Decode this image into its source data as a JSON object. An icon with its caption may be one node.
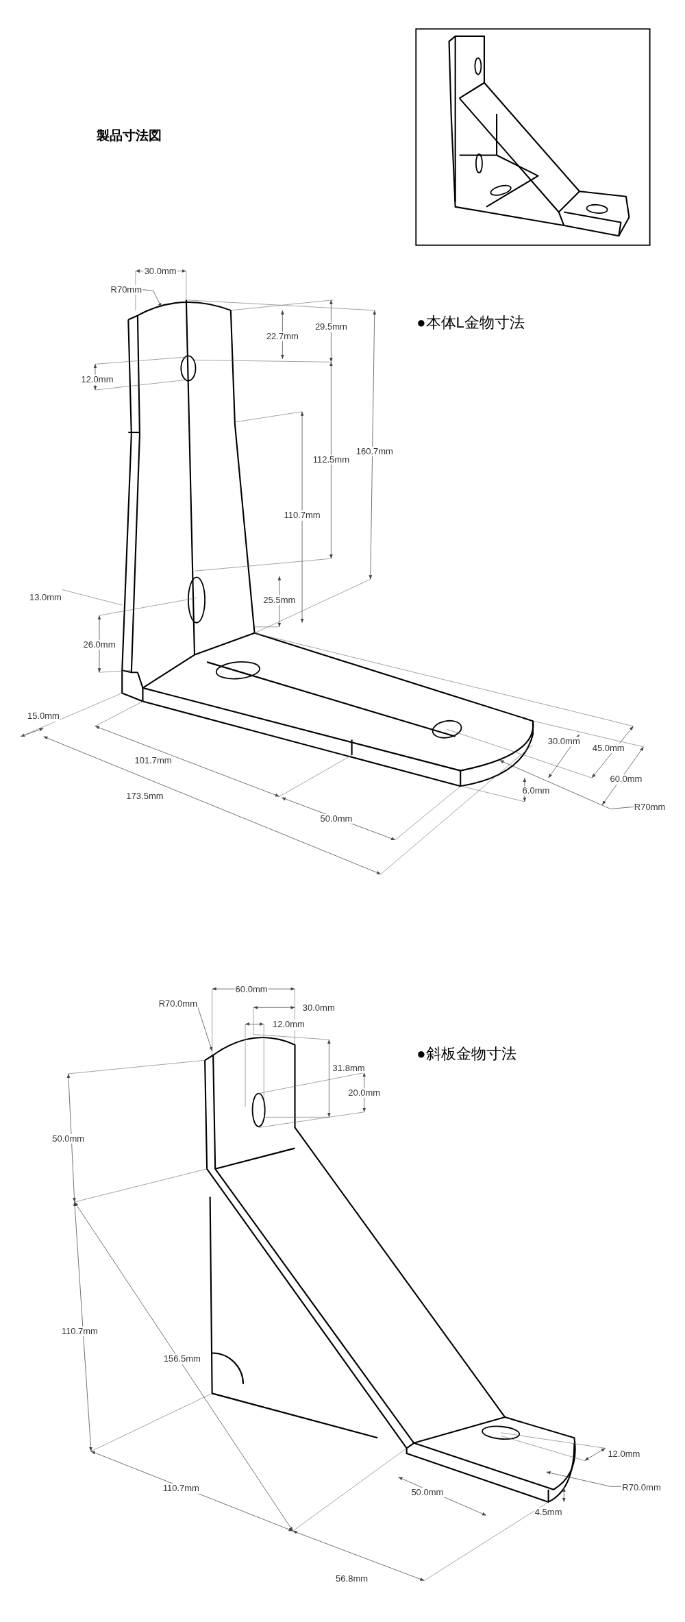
{
  "diagram": {
    "title": "製品寸法図",
    "nodes": [
      {
        "text": [
          "R70mm"
        ]
      },
      {
        "text": [
          "R70mm"
        ]
      },
      {
        "text": [
          "R70.0mm"
        ]
      },
      {
        "text": [
          "R70.0mm"
        ]
      }
    ],
    "edges": [
      {
        "from": 0,
        "to": null,
        "arrow": "to"
      },
      {
        "from": 1,
        "to": null,
        "arrow": "to"
      },
      {
        "from": 2,
        "to": null,
        "arrow": "to"
      },
      {
        "from": 3,
        "to": null,
        "arrow": "to"
      }
    ],
    "labels": [
      "30.0mm",
      "●本体L金物寸法",
      "29.5mm",
      "22.7mm",
      "12.0mm",
      "160.7mm",
      "112.5mm",
      "110.7mm",
      "13.0mm",
      "25.5mm",
      "26.0mm",
      "15.0mm",
      "30.0mm",
      "45.0mm",
      "101.7mm",
      "60.0mm",
      "6.0mm",
      "173.5mm",
      "50.0mm",
      "60.0mm",
      "30.0mm",
      "12.0mm",
      "●斜板金物寸法",
      "31.8mm",
      "20.0mm",
      "50.0mm",
      "110.7mm",
      "156.5mm",
      "12.0mm",
      "110.7mm",
      "50.0mm",
      "4.5mm",
      "56.8mm"
    ]
  }
}
